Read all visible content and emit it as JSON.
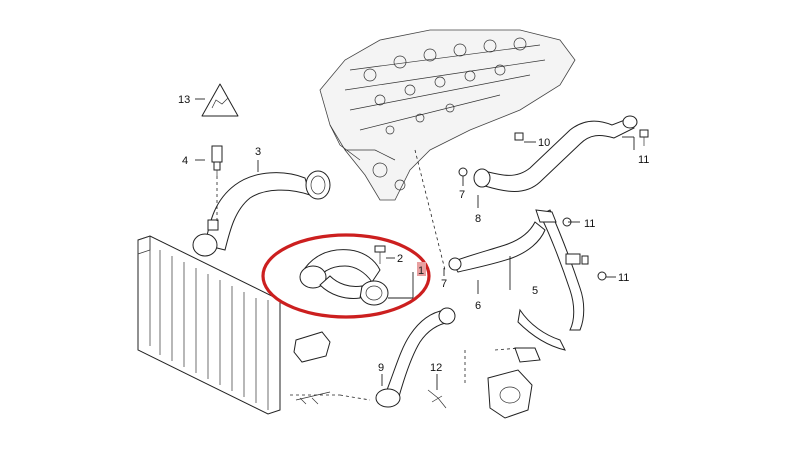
{
  "callouts": [
    {
      "id": "13",
      "text": "13"
    },
    {
      "id": "4",
      "text": "4"
    },
    {
      "id": "3",
      "text": "3"
    },
    {
      "id": "2",
      "text": "2"
    },
    {
      "id": "1",
      "text": "1"
    },
    {
      "id": "10",
      "text": "10"
    },
    {
      "id": "11a",
      "text": "11"
    },
    {
      "id": "7a",
      "text": "7"
    },
    {
      "id": "8",
      "text": "8"
    },
    {
      "id": "11b",
      "text": "11"
    },
    {
      "id": "7b",
      "text": "7"
    },
    {
      "id": "5",
      "text": "5"
    },
    {
      "id": "11c",
      "text": "11"
    },
    {
      "id": "6",
      "text": "6"
    },
    {
      "id": "9",
      "text": "9"
    },
    {
      "id": "12",
      "text": "12"
    }
  ],
  "colors": {
    "highlight_ring": "#cc1f1f",
    "part1_box": "#e8a0a0",
    "line": "#222222",
    "background": "#ffffff"
  },
  "highlighted_part": "1"
}
